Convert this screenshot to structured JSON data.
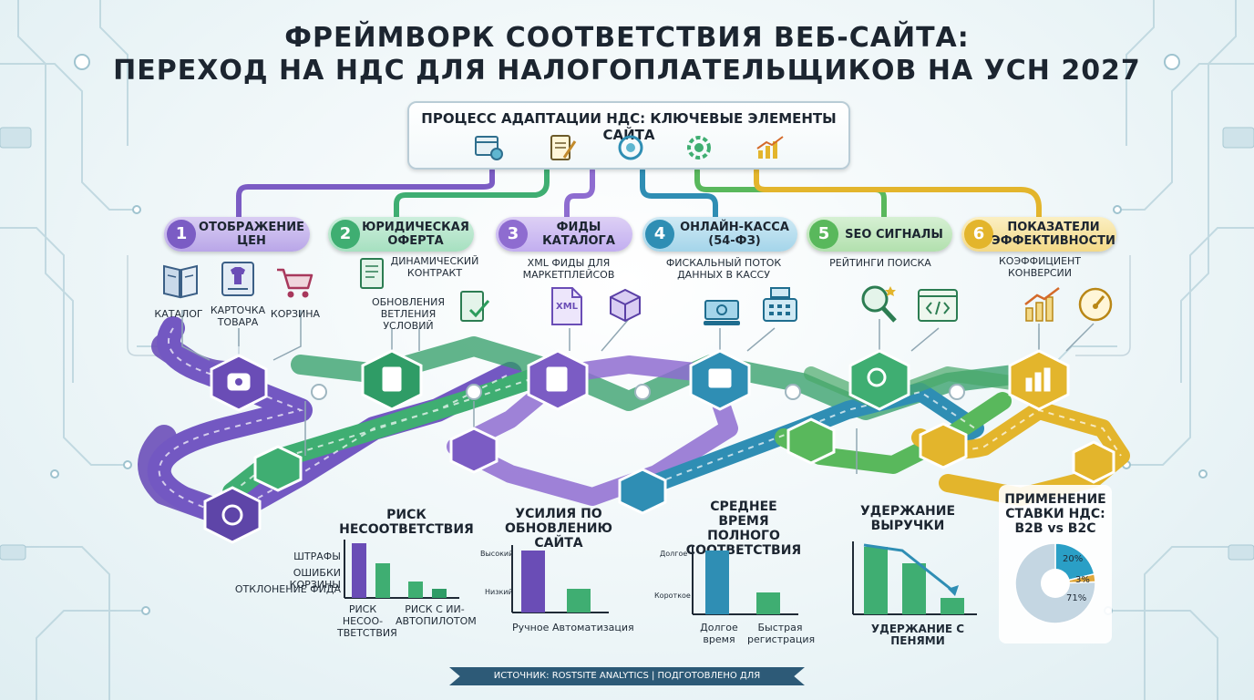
{
  "title": {
    "line1": "ФРЕЙМВОРК СООТВЕТСТВИЯ ВЕБ-САЙТА:",
    "line2": "ПЕРЕХОД НА НДС ДЛЯ НАЛОГОПЛАТЕЛЬЩИКОВ НА УСН 2027"
  },
  "process": {
    "title": "ПРОЦЕСС АДАПТАЦИИ НДС: КЛЮЧЕВЫЕ ЭЛЕМЕНТЫ САЙТА",
    "icons": [
      "settings-window-icon",
      "document-edit-icon",
      "target-sync-icon",
      "gear-sync-icon",
      "growth-chart-icon"
    ]
  },
  "categories": [
    {
      "num": "1",
      "label": "ОТОБРАЖЕНИЕ ЦЕН",
      "color": "#7b5cc4"
    },
    {
      "num": "2",
      "label": "ЮРИДИЧЕСКАЯ ОФЕРТА",
      "color": "#3fae72"
    },
    {
      "num": "3",
      "label": "ФИДЫ КАТАЛОГА",
      "color": "#8e6cd0"
    },
    {
      "num": "4",
      "label": "ОНЛАЙН-КАССА (54-ФЗ)",
      "color": "#2f8eb4"
    },
    {
      "num": "5",
      "label": "SEO СИГНАЛЫ",
      "color": "#59b85c"
    },
    {
      "num": "6",
      "label": "ПОКАЗАТЕЛИ ЭФФЕКТИВНОСТИ",
      "color": "#e3b52c"
    }
  ],
  "sub": {
    "katalog": "КАТАЛОГ",
    "kartochka": "КАРТОЧКА ТОВАРА",
    "korzina": "КОРЗИНА",
    "dyn_contract": "ДИНАМИЧЕСКИЙ КОНТРАКТ",
    "obnovleniya": "ОБНОВЛЕНИЯ ВЕТЛЕНИЯ УСЛОВИЙ",
    "xml_feeds": "XML ФИДЫ ДЛЯ МАРКЕТПЛЕЙСОВ",
    "xml_icon_text": "XML",
    "fiscal": "ФИСКАЛЬНЫЙ ПОТОК ДАННЫХ В КАССУ",
    "ratings": "РЕЙТИНГИ ПОИСКА",
    "conversion": "КОЭФФИЦИЕНТ КОНВЕРСИИ"
  },
  "charts": {
    "risk": {
      "title": "РИСК НЕСООТВЕТСТВИЯ",
      "labels": [
        "ШТРАФЫ",
        "ОШИБКИ КОРЗИНЫ",
        "ОТКЛОНЕНИЕ ФИДА"
      ],
      "xlabel1": "РИСК НЕСОО-ТВЕТСТВИЯ",
      "xlabel2": "РИСК С ИИ-АВТОПИЛОТОМ"
    },
    "effort": {
      "title": "УСИЛИЯ ПО ОБНОВЛЕНИЮ САЙТА",
      "y_high": "Высокий",
      "y_low": "Низкий",
      "x1": "Ручное",
      "x2": "Автоматизация"
    },
    "time": {
      "title": "СРЕДНЕЕ ВРЕМЯ ПОЛНОГО СООТВЕТСТВИЯ",
      "y_long": "Долгое",
      "y_short": "Короткое",
      "x1": "Долгое время",
      "x2": "Быстрая регистрация"
    },
    "retention": {
      "title": "УДЕРЖАНИЕ ВЫРУЧКИ",
      "xlabel": "УДЕРЖАНИЕ С ПЕНЯМИ"
    },
    "vat": {
      "title": "ПРИМЕНЕНИЕ СТАВКИ НДС: B2B vs B2C",
      "slices": [
        {
          "label": "20%",
          "value": 20,
          "color": "#2a9fc6"
        },
        {
          "label": "3%",
          "value": 3,
          "color": "#e0a73a"
        },
        {
          "label": "71%",
          "value": 71,
          "color": "#c4d6e2"
        }
      ]
    }
  },
  "footer": "ИСТОЧНИК: ROSTSITE ANALYTICS | ПОДГОТОВЛЕНО ДЛЯ ПРОФЕССИОНАЛОВ"
}
